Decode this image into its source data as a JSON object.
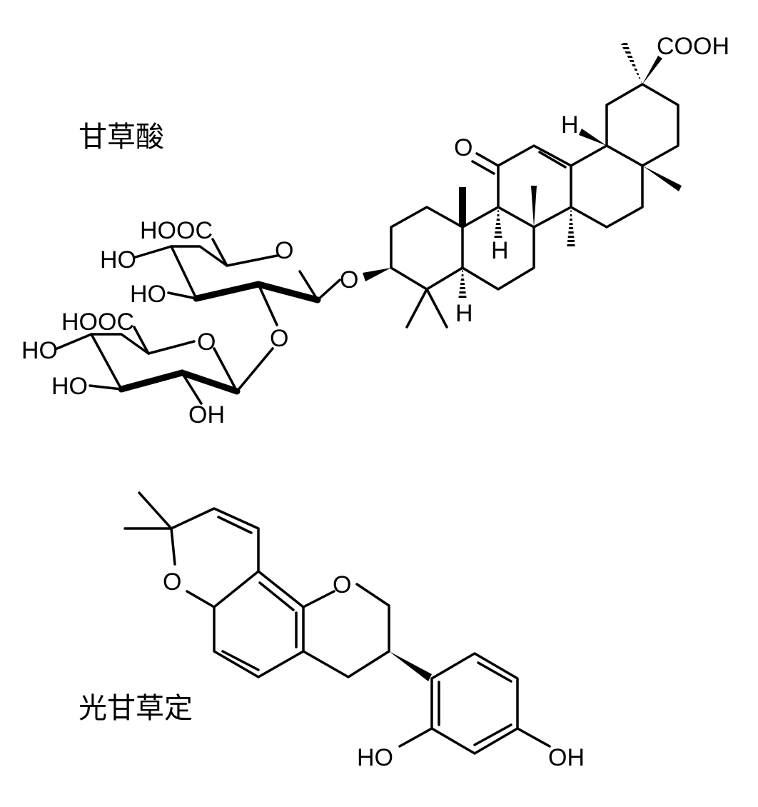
{
  "compounds": {
    "glycyrrhizic_acid": {
      "name": "甘草酸",
      "labels": {
        "cooh_top": "COOH",
        "h_upper": "H",
        "ketone_o": "O",
        "h_mid": "H",
        "h_lower": "H",
        "ether_o": "O",
        "ring1_o": "O",
        "ring1_cooh": "HOOC",
        "ring1_oh_a": "HO",
        "ring1_oh_b": "HO",
        "link_o": "O",
        "ring2_o": "O",
        "ring2_cooh": "HOOC",
        "ring2_oh_a": "HO",
        "ring2_oh_b": "HO",
        "ring2_oh_c": "OH"
      }
    },
    "glabridin": {
      "name": "光甘草定",
      "labels": {
        "pyran_o": "O",
        "chroman_o": "O",
        "oh_left": "HO",
        "oh_right": "OH"
      }
    }
  },
  "colors": {
    "ink": "#000000",
    "background": "#ffffff"
  }
}
